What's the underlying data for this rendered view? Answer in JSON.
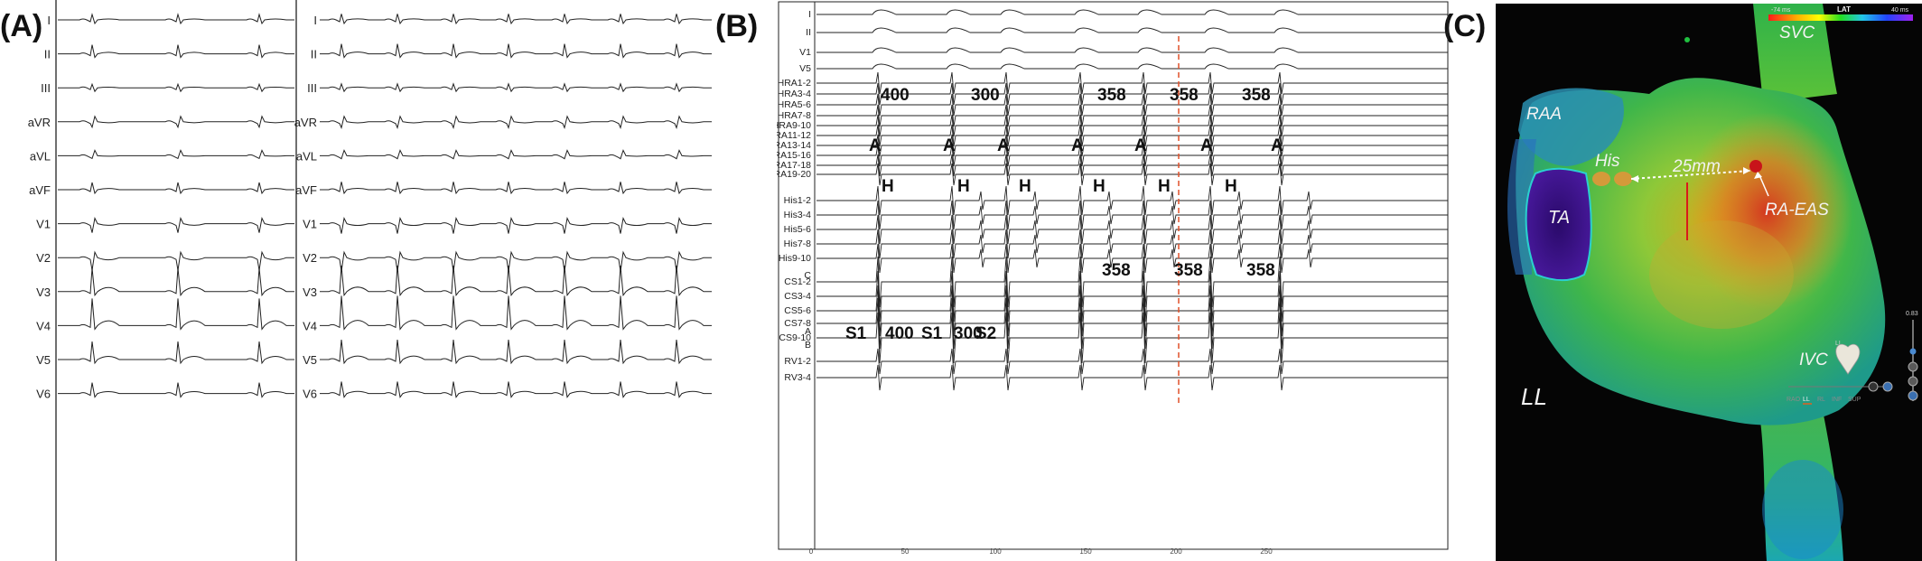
{
  "panels": {
    "a": {
      "letter": "(A)",
      "leads": [
        "I",
        "II",
        "III",
        "aVR",
        "aVL",
        "aVF",
        "V1",
        "V2",
        "V3",
        "V4",
        "V5",
        "V6"
      ]
    },
    "b": {
      "letter": "(B)",
      "channels": [
        "I",
        "II",
        "V1",
        "V5",
        "HRA1-2",
        "HRA3-4",
        "HRA5-6",
        "HRA7-8",
        "HRA9-10",
        "HRA11-12",
        "HRA13-14",
        "HRA15-16",
        "HRA17-18",
        "HRA19-20",
        "His1-2",
        "His3-4",
        "His5-6",
        "His7-8",
        "His9-10",
        "C",
        "CS1-2",
        "CS3-4",
        "CS5-6",
        "CS7-8",
        "A",
        "CS9-10",
        "B",
        "RV1-2",
        "RV3-4"
      ],
      "top_cycle_lengths": [
        "400",
        "300",
        "358",
        "358",
        "358"
      ],
      "a_labels": [
        "A",
        "A",
        "A",
        "A",
        "A",
        "A",
        "A"
      ],
      "h_labels": [
        "H",
        "H",
        "H",
        "H",
        "H",
        "H"
      ],
      "cs_cycle_lengths": [
        "358",
        "358",
        "358"
      ],
      "stim_labels": [
        "S1",
        "400",
        "S1",
        "300",
        "S2"
      ],
      "axis_ticks": [
        "0",
        "50",
        "100",
        "150",
        "200",
        "250"
      ]
    },
    "c": {
      "letter": "(C)",
      "legend_min": "-74 ms",
      "legend_title": "LAT",
      "legend_max": "40 ms",
      "labels": {
        "svc": "SVC",
        "raa": "RAA",
        "his": "His",
        "distance": "25mm",
        "ta": "TA",
        "ra_eas": "RA-EAS",
        "ivc": "IVC",
        "view": "LL",
        "orient_view": "LL"
      },
      "slider_value": "0.83",
      "toolbar": [
        "RAO",
        "LL",
        "RL",
        "INF",
        "SUP"
      ],
      "toolbar_selected": "LL"
    }
  }
}
